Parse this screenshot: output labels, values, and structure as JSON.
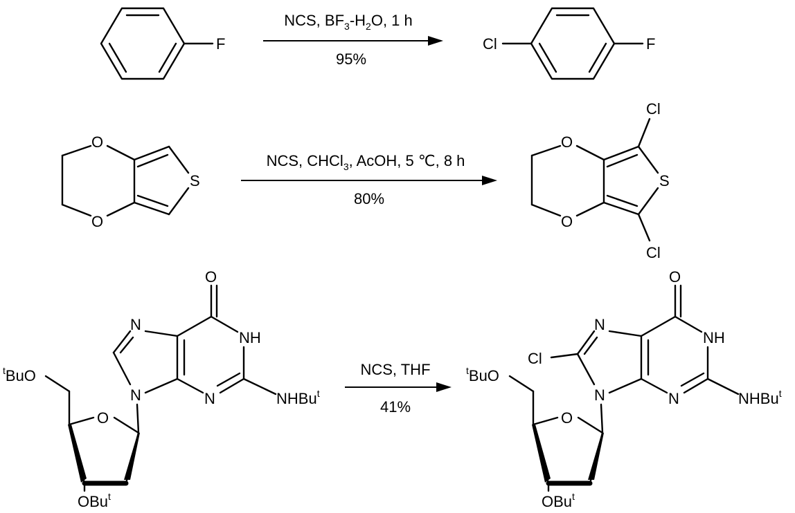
{
  "reactions": [
    {
      "reagents": {
        "pre": "NCS, BF",
        "sub1": "3",
        "mid": "-H",
        "sub2": "2",
        "post": "O, 1 h"
      },
      "yield": "95%"
    },
    {
      "reagents": {
        "pre": "NCS, CHCl",
        "sub1": "3",
        "post": ", AcOH, 5 ℃, 8 h"
      },
      "yield": "80%"
    },
    {
      "reagents": {
        "text": "NCS, THF"
      },
      "yield": "41%"
    }
  ],
  "atoms": {
    "F": "F",
    "Cl": "Cl",
    "O": "O",
    "S": "S",
    "N": "N",
    "NH": "NH",
    "NHBu": "NHBu",
    "BuO": "BuO",
    "OBu": "OBu",
    "t": "t"
  },
  "colors": {
    "ink": "#000000",
    "background": "#ffffff"
  }
}
